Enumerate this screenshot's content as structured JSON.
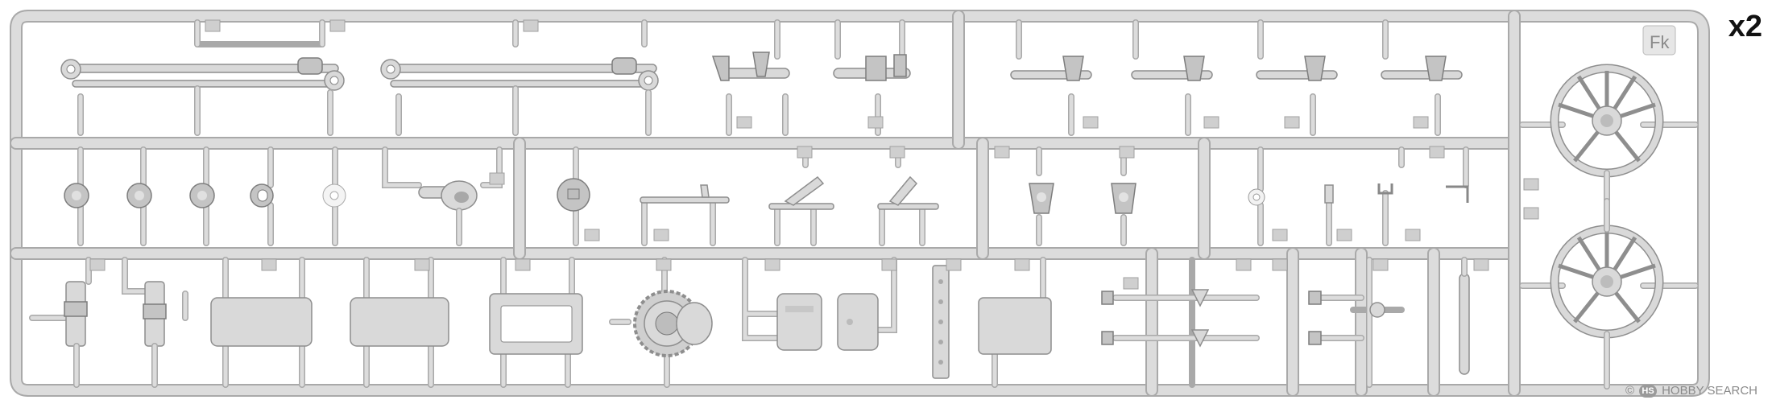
{
  "sheet": {
    "sprue_letter": "Fk",
    "quantity_label": "x2"
  },
  "watermark": {
    "text": "HOBBY SEARCH",
    "copyright": "©",
    "logo": "hobby-search-logo"
  },
  "colors": {
    "plastic": "#d8d8d8",
    "plastic_edge": "#a7a7a7",
    "background": "#ffffff"
  }
}
